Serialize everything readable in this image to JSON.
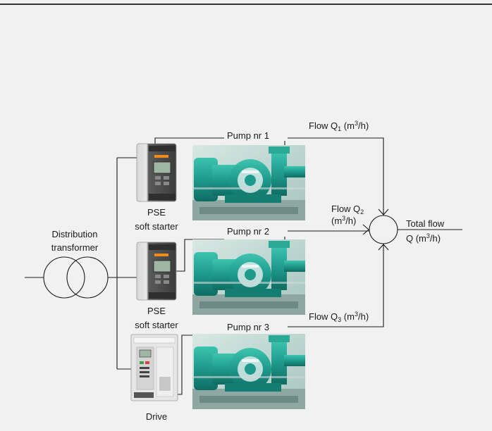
{
  "labels": {
    "transformer_line1": "Distribution",
    "transformer_line2": "transformer",
    "starter1_line1": "PSE",
    "starter1_line2": "soft starter",
    "starter2_line1": "PSE",
    "starter2_line2": "soft starter",
    "drive": "Drive",
    "pump1": "Pump nr 1",
    "pump2": "Pump nr 2",
    "pump3": "Pump nr 3",
    "flow1": {
      "prefix": "Flow Q",
      "sub": "1",
      "unit_open": " (m",
      "sup": "3",
      "unit_close": "/h)"
    },
    "flow2": {
      "prefix": "Flow Q",
      "sub": "2",
      "unit_line": "(m",
      "sup": "3",
      "unit_close": "/h)"
    },
    "flow3": {
      "prefix": "Flow Q",
      "sub": "3",
      "unit_open": " (m",
      "sup": "3",
      "unit_close": "/h)"
    },
    "total_line1": "Total flow",
    "total_line2": {
      "prefix": "Q (m",
      "sup": "3",
      "close": "/h)"
    }
  },
  "colors": {
    "background": "#f1f1f1",
    "top_rule": "#333333",
    "wire": "#1a1a1a",
    "pump_green": "#1e9a8c",
    "starter_gray": "#5c5c5c",
    "drive_white": "#e6e6e6"
  }
}
